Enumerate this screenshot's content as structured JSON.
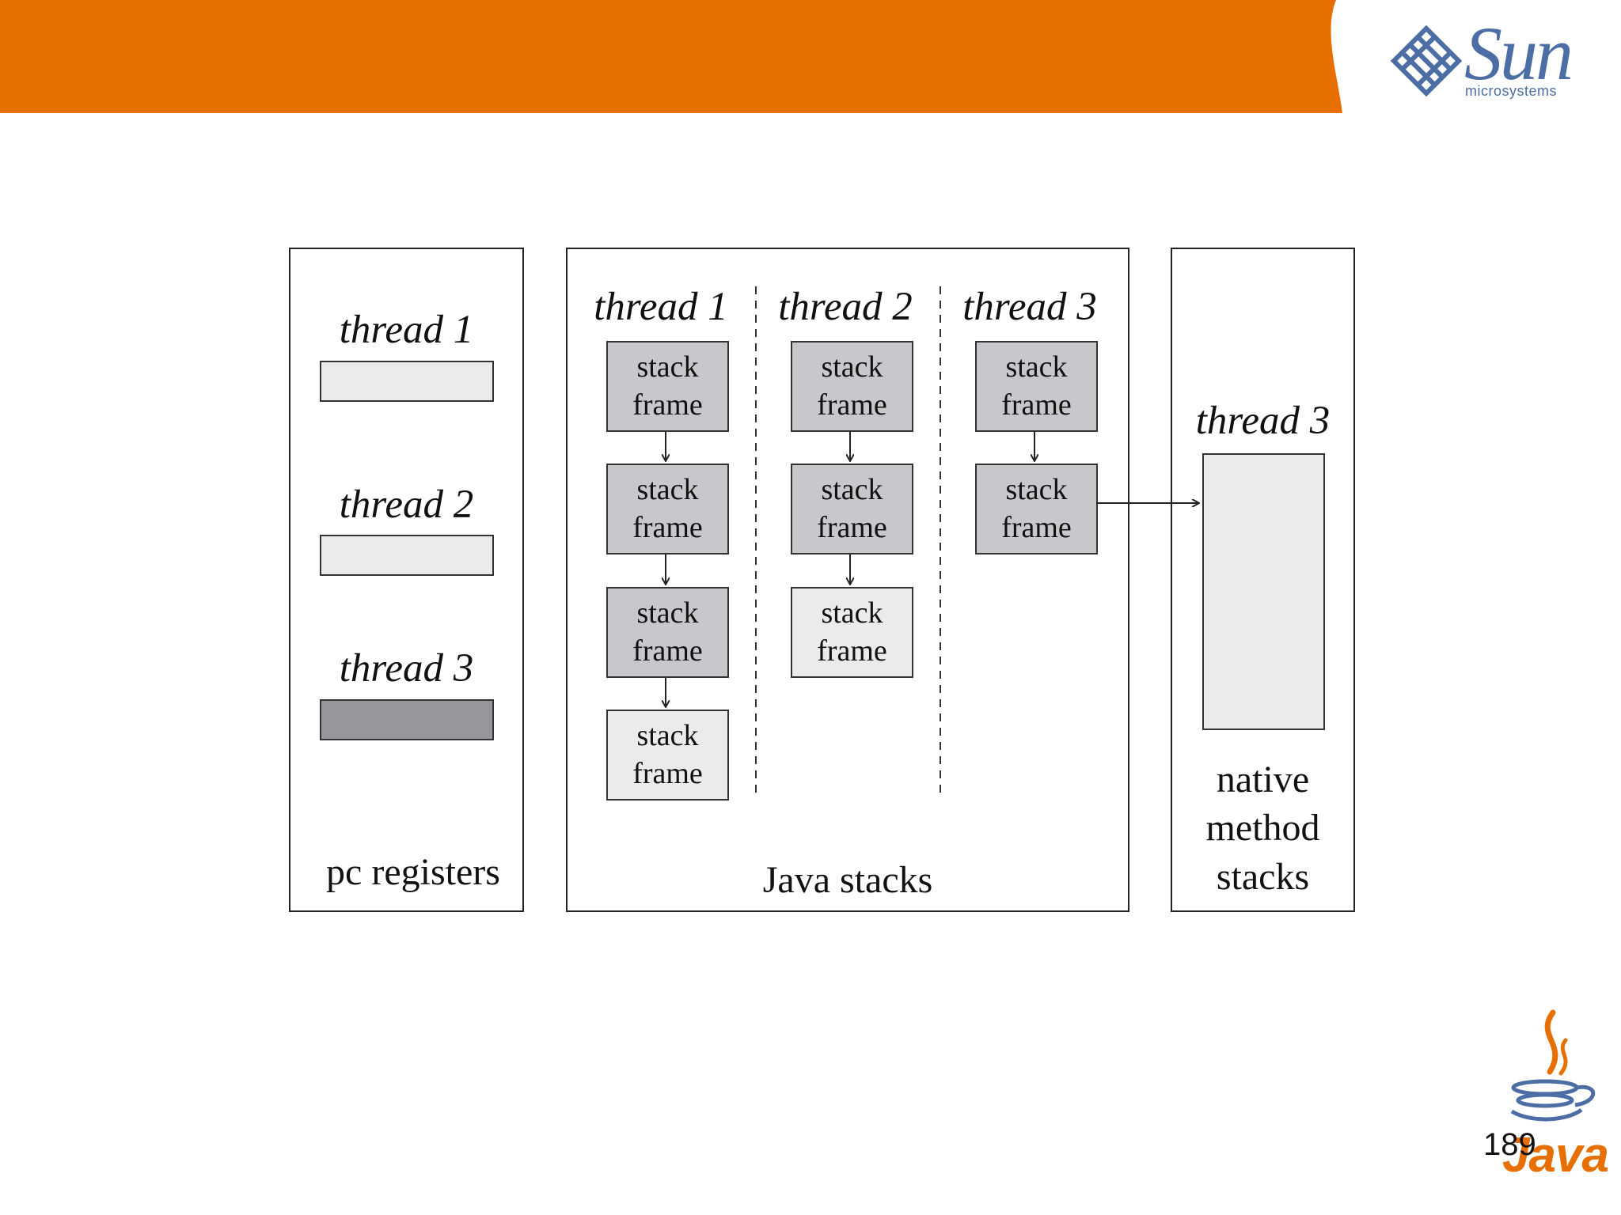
{
  "colors": {
    "banner": "#e76f00",
    "sun_blue": "#4d6ea5",
    "java_orange": "#e76f00",
    "frame_dark": "#c8c8cc",
    "frame_light": "#ebebed",
    "reg_dark": "#97979b"
  },
  "header": {
    "brand": "Sun",
    "brand_sub": "microsystems"
  },
  "pc_registers": {
    "threads": [
      {
        "label": "thread 1",
        "state": "light"
      },
      {
        "label": "thread 2",
        "state": "light"
      },
      {
        "label": "thread 3",
        "state": "dark"
      }
    ],
    "caption": "pc registers"
  },
  "java_stacks": {
    "columns": [
      {
        "label": "thread 1",
        "frames": [
          {
            "text": "stack\nframe",
            "state": "dark"
          },
          {
            "text": "stack\nframe",
            "state": "dark"
          },
          {
            "text": "stack\nframe",
            "state": "dark"
          },
          {
            "text": "stack\nframe",
            "state": "light"
          }
        ]
      },
      {
        "label": "thread 2",
        "frames": [
          {
            "text": "stack\nframe",
            "state": "dark"
          },
          {
            "text": "stack\nframe",
            "state": "dark"
          },
          {
            "text": "stack\nframe",
            "state": "light"
          }
        ]
      },
      {
        "label": "thread 3",
        "frames": [
          {
            "text": "stack\nframe",
            "state": "dark"
          },
          {
            "text": "stack\nframe",
            "state": "dark"
          }
        ]
      }
    ],
    "caption": "Java stacks"
  },
  "native_stacks": {
    "thread_label": "thread 3",
    "caption": "native\nmethod\nstacks"
  },
  "footer": {
    "page_number": "189",
    "java_logo": "Java"
  },
  "icons": [
    "sun-logo-icon",
    "java-cup-icon"
  ]
}
